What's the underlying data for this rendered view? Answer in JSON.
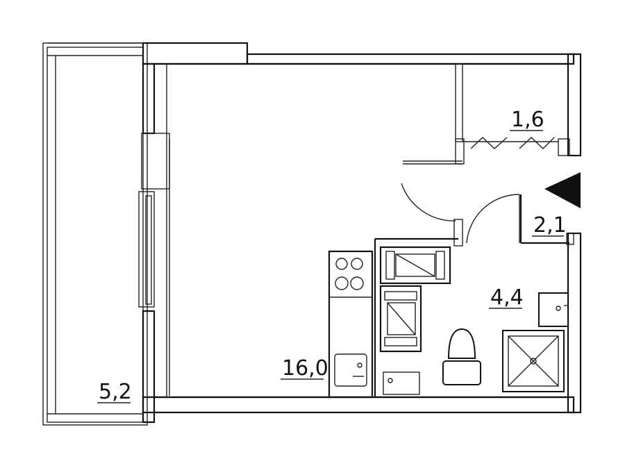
{
  "rooms": [
    {
      "id": "balcony",
      "area": "5,2"
    },
    {
      "id": "living",
      "area": "16,0"
    },
    {
      "id": "closet",
      "area": "1,6"
    },
    {
      "id": "hall",
      "area": "2,1"
    },
    {
      "id": "bathroom",
      "area": "4,4"
    }
  ],
  "colors": {
    "line": "#111111",
    "background": "#ffffff"
  },
  "icons": [
    "entrance-arrow-icon",
    "stove-icon",
    "sink-icon",
    "sofa-icon",
    "toilet-icon",
    "shower-icon",
    "washbasin-icon"
  ]
}
